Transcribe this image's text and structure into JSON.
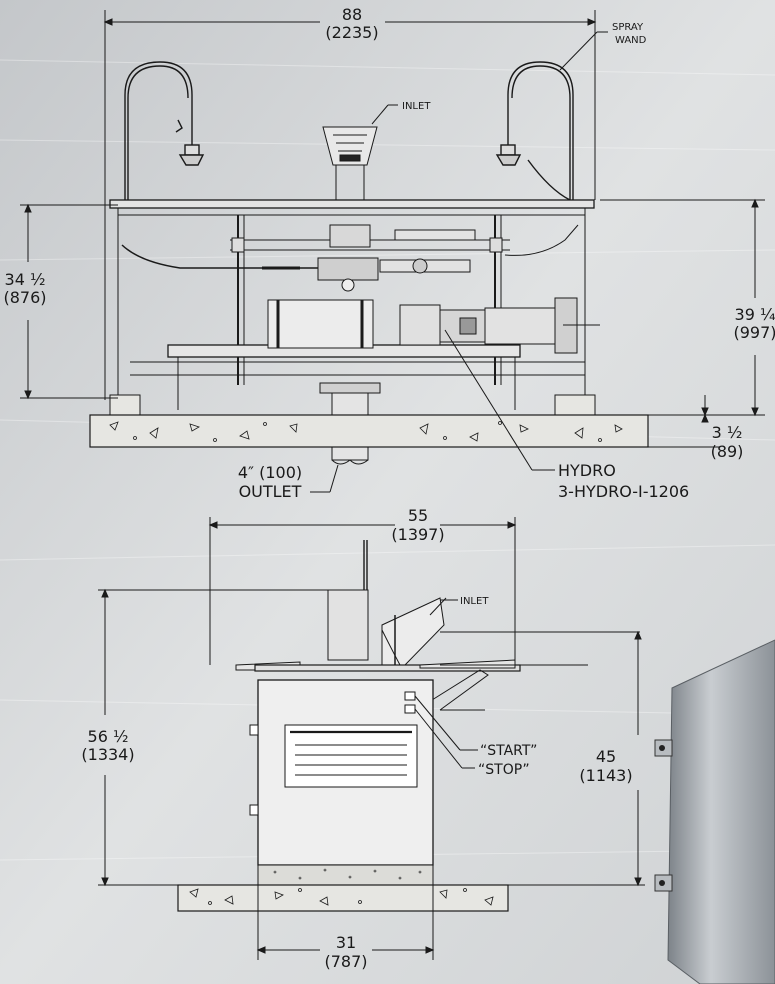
{
  "colors": {
    "background": "#d2d4d6",
    "line": "#1a1a1a",
    "concrete": "#e6e6e2",
    "steel": "#9aa0a6"
  },
  "front_view": {
    "overall_width": {
      "inches": "88",
      "mm": "(2235)"
    },
    "left_height": {
      "inches": "34 ½",
      "mm": "(876)"
    },
    "right_height": {
      "inches": "39 ¼",
      "mm": "(997)"
    },
    "base_height": {
      "inches": "3 ½",
      "mm": "(89)"
    },
    "spray_wand_label": [
      "SPRAY",
      "WAND"
    ],
    "inlet_label": "INLET",
    "outlet_label": [
      "4″ (100)",
      "OUTLET"
    ],
    "hydro_label": [
      "HYDRO",
      "3-HYDRO-I-1206"
    ]
  },
  "side_view": {
    "overall_width": {
      "inches": "55",
      "mm": "(1397)"
    },
    "overall_height": {
      "inches": "56 ½",
      "mm": "(1334)"
    },
    "inlet_height": {
      "inches": "45",
      "mm": "(1143)"
    },
    "base_width": {
      "inches": "31",
      "mm": "(787)"
    },
    "inlet_label": "INLET",
    "start_label": "“START”",
    "stop_label": "“STOP”"
  }
}
